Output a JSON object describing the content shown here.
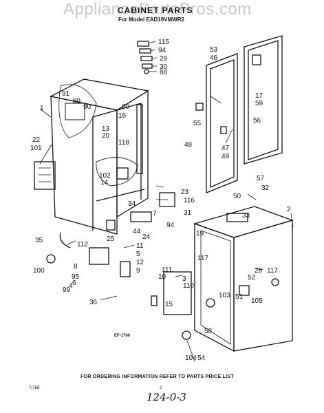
{
  "watermark": "AppliancePartsPros.com",
  "header": {
    "title": "CABINET PARTS",
    "subtitle": "For Model EAD19VMWR2"
  },
  "figure_id": "EF-1700",
  "footer": {
    "order_note": "FOR ORDERING INFORMATION REFER TO PARTS PRICE LIST",
    "form_code": "7(768",
    "page_number": "2",
    "handwritten": "124-0-3"
  },
  "callouts": [
    "115",
    "94",
    "29",
    "30",
    "88",
    "53",
    "46",
    "17",
    "59",
    "55",
    "56",
    "47",
    "49",
    "48",
    "57",
    "50",
    "32",
    "2",
    "1",
    "91",
    "89",
    "90",
    "13",
    "16",
    "60",
    "20",
    "118",
    "22",
    "101",
    "102",
    "14",
    "23",
    "116",
    "34",
    "7",
    "31",
    "94",
    "33",
    "44",
    "24",
    "25",
    "35",
    "112",
    "11",
    "5",
    "12",
    "9",
    "8",
    "95",
    "6",
    "4",
    "99",
    "100",
    "111",
    "10",
    "3",
    "110",
    "36",
    "15",
    "19",
    "117",
    "28",
    "117",
    "52",
    "103",
    "51",
    "105",
    "104",
    "54",
    "58",
    "51"
  ]
}
